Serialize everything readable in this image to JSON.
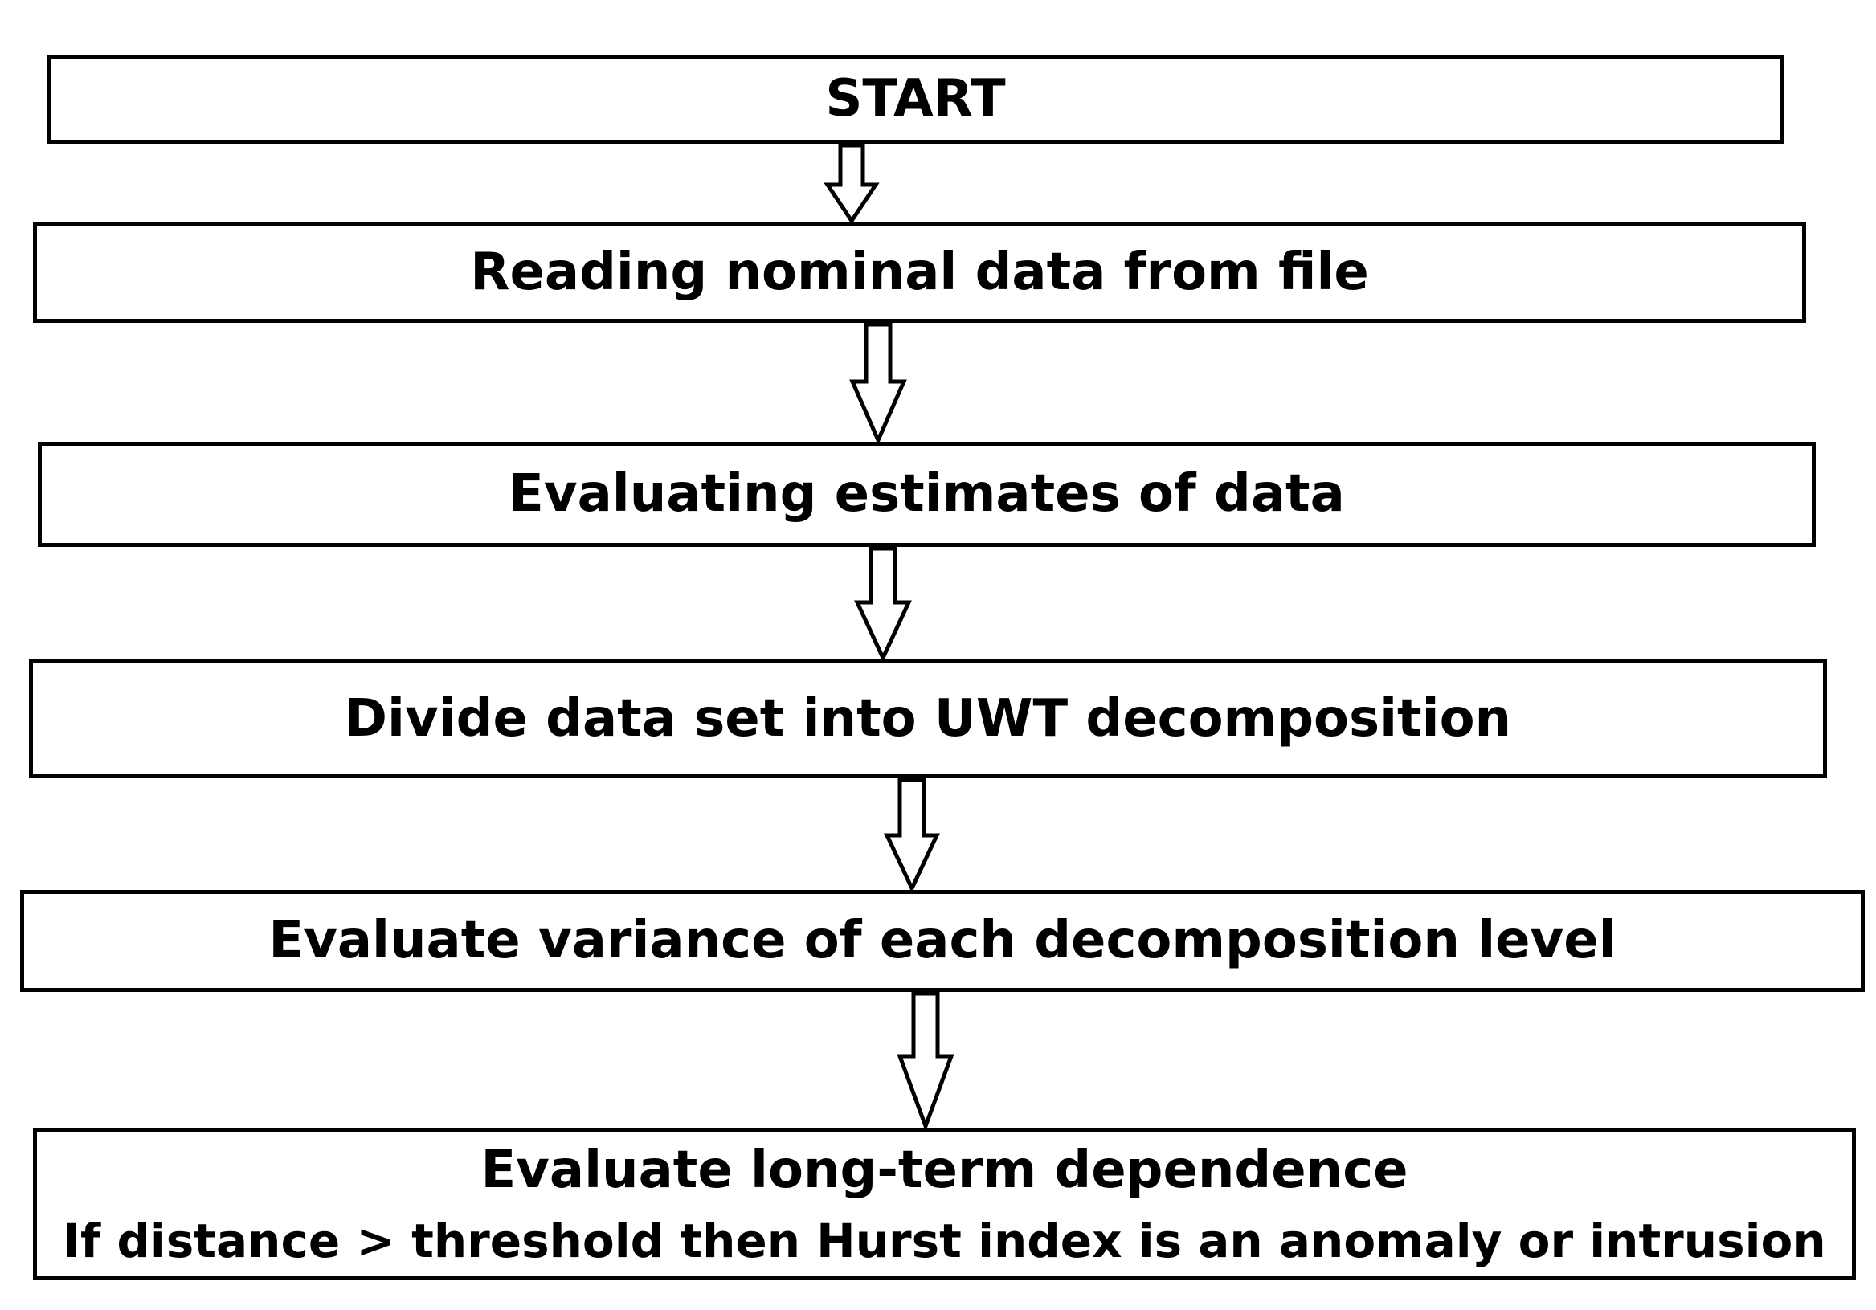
{
  "flowchart": {
    "steps": [
      {
        "lines": [
          "START"
        ]
      },
      {
        "lines": [
          "Reading nominal data from file"
        ]
      },
      {
        "lines": [
          "Evaluating estimates of data"
        ]
      },
      {
        "lines": [
          "Divide data set into UWT decomposition"
        ]
      },
      {
        "lines": [
          "Evaluate variance of each decomposition level"
        ]
      },
      {
        "lines": [
          "Evaluate long-term dependence",
          "If distance > threshold then Hurst index is an anomaly or intrusion"
        ]
      }
    ],
    "colors": {
      "border": "#000000",
      "background": "#ffffff",
      "text": "#000000"
    },
    "arrow_style": "hollow-down-arrow"
  }
}
